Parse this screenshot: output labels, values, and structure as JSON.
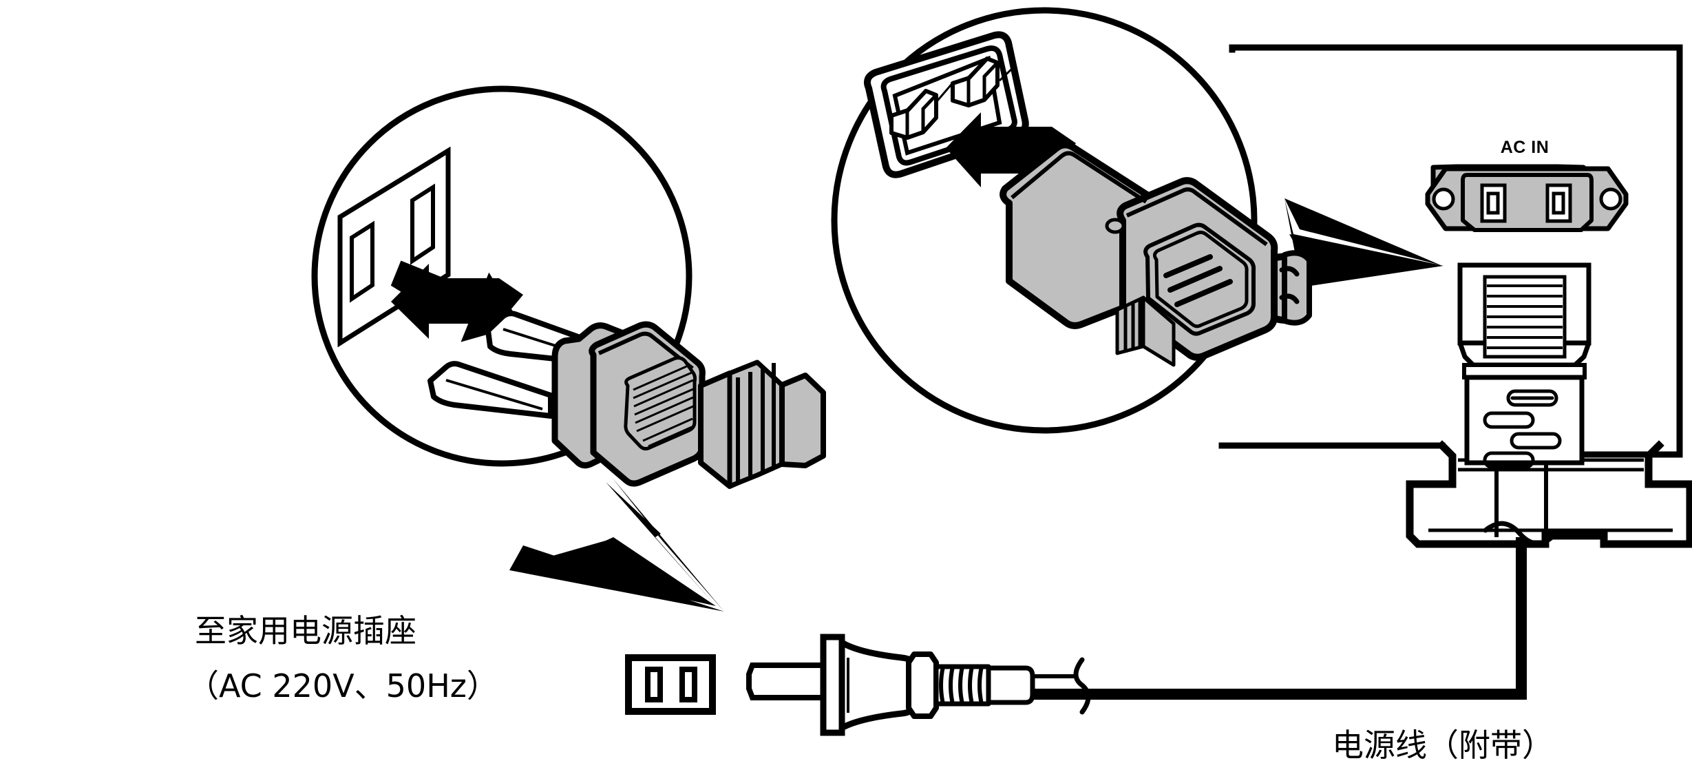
{
  "diagram": {
    "title": "Power cord connection diagram",
    "background_color": "#ffffff",
    "line_color": "#000000",
    "plug_body_color": "#bfbfbf",
    "socket_body_color": "#bfbfbf"
  },
  "labels": {
    "ac_in": "AC IN",
    "outlet_line1": "至家用电源插座",
    "outlet_line2": "（AC 220V、50Hz）",
    "power_cord": "电源线（附带）"
  },
  "callouts": [
    {
      "name": "wall-outlet-detail",
      "description": "放大图：两脚插头插入家用电源插座",
      "arrow": "insert-arrow-left"
    },
    {
      "name": "ac-in-detail",
      "description": "放大图：电源线连接器插入设备 AC IN 插口",
      "arrow": "insert-arrow-right"
    }
  ],
  "components": {
    "wall_outlet_icon": "two-slot-outlet",
    "device": "audio-equipment-rear-panel",
    "inlet": "iec-c14-inlet",
    "connector": "iec-c13-connector",
    "plug": "two-prong-plug"
  }
}
